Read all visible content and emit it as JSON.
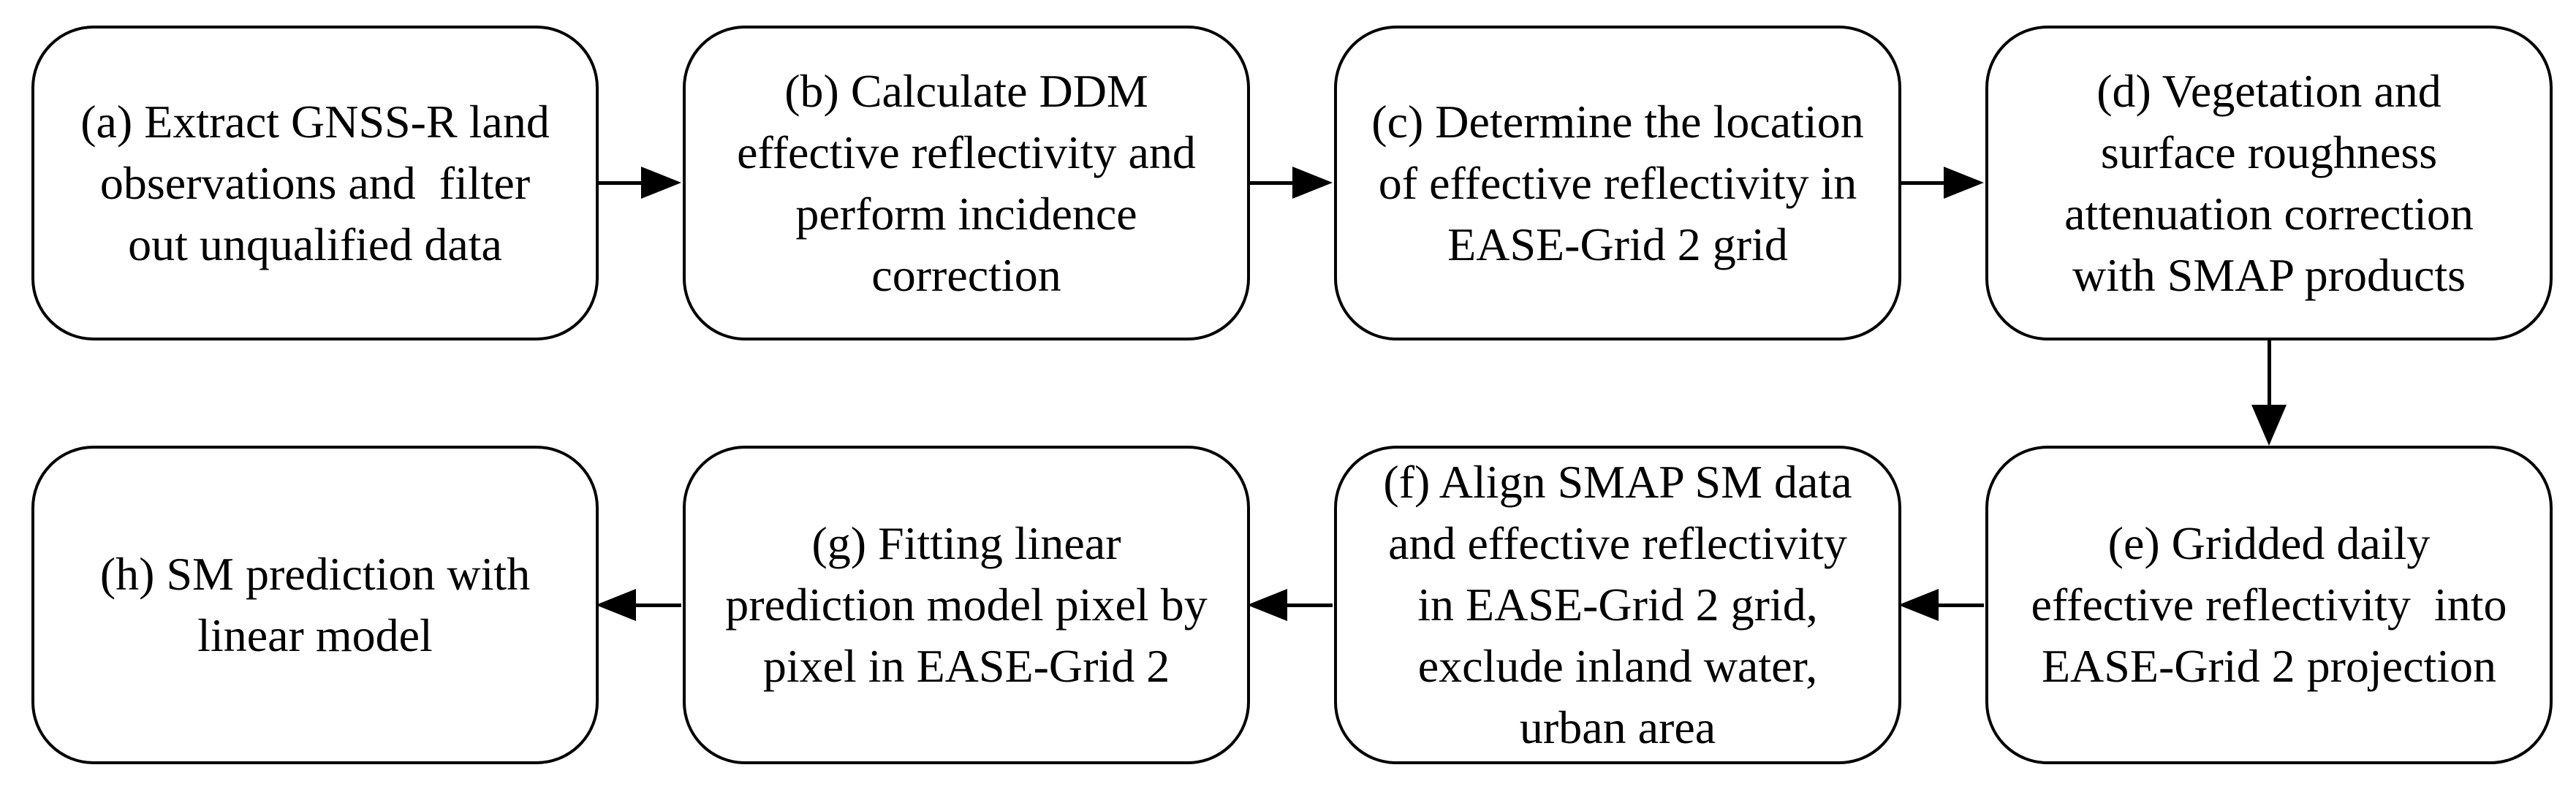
{
  "diagram": {
    "type": "flowchart",
    "colors": {
      "background": "#ffffff",
      "box_fill": "#ffffff",
      "stroke": "#000000",
      "text": "#000000"
    },
    "boxes": [
      {
        "id": "a",
        "text": "(a) Extract GNSS-R land\nobservations and  filter\nout unqualified data"
      },
      {
        "id": "b",
        "text": "(b) Calculate DDM\neffective reflectivity and\nperform incidence\ncorrection"
      },
      {
        "id": "c",
        "text": "(c) Determine the location\nof effective reflectivity in\nEASE-Grid 2 grid"
      },
      {
        "id": "d",
        "text": "(d) Vegetation and\nsurface roughness\nattenuation correction\nwith SMAP products"
      },
      {
        "id": "e",
        "text": "(e) Gridded daily\neffective reflectivity  into\nEASE-Grid 2 projection"
      },
      {
        "id": "f",
        "text": "(f) Align SMAP SM data\nand effective reflectivity\nin EASE-Grid 2 grid,\nexclude inland water,\nurban area"
      },
      {
        "id": "g",
        "text": "(g) Fitting linear\nprediction model pixel by\npixel in EASE-Grid 2"
      },
      {
        "id": "h",
        "text": "(h) SM prediction with\nlinear model"
      }
    ],
    "connections": [
      {
        "from": "a",
        "to": "b",
        "direction": "right"
      },
      {
        "from": "b",
        "to": "c",
        "direction": "right"
      },
      {
        "from": "c",
        "to": "d",
        "direction": "right"
      },
      {
        "from": "d",
        "to": "e",
        "direction": "down"
      },
      {
        "from": "e",
        "to": "f",
        "direction": "left"
      },
      {
        "from": "f",
        "to": "g",
        "direction": "left"
      },
      {
        "from": "g",
        "to": "h",
        "direction": "left"
      }
    ]
  }
}
